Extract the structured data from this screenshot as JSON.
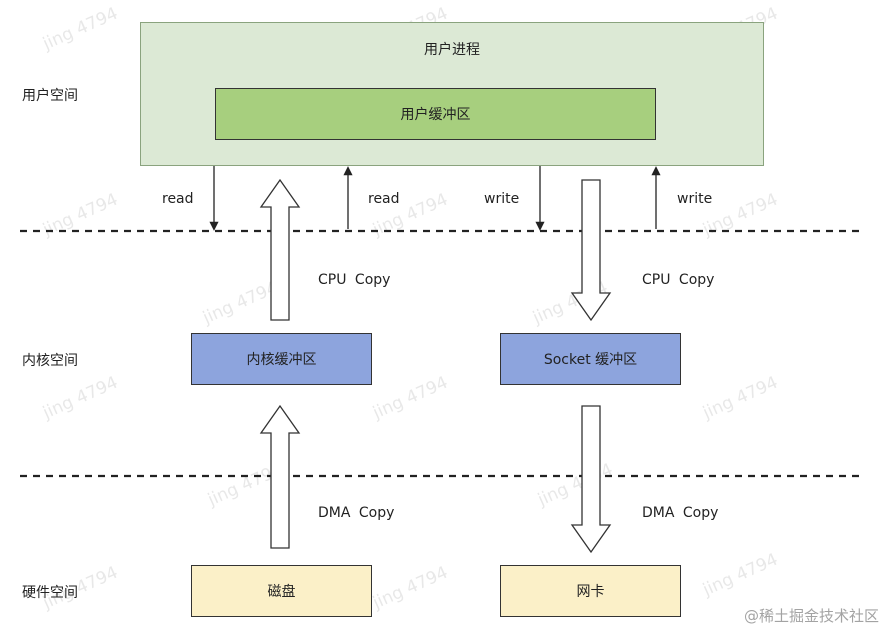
{
  "colors": {
    "process_fill": "#dce9d5",
    "process_border": "#8aa37e",
    "user_buffer_fill": "#a7cf7e",
    "kernel_fill": "#8da4dd",
    "hardware_fill": "#fbf0c8",
    "box_border": "#333333",
    "line": "#222222"
  },
  "regions": {
    "user_space": "用户空间",
    "kernel_space": "内核空间",
    "hardware_space": "硬件空间"
  },
  "boxes": {
    "user_process": "用户进程",
    "user_buffer": "用户缓冲区",
    "kernel_buffer": "内核缓冲区",
    "socket_buffer": "Socket 缓冲区",
    "disk": "磁盘",
    "nic": "网卡"
  },
  "arrows": {
    "read_1": "read",
    "read_2": "read",
    "write_1": "write",
    "write_2": "write",
    "cpu_copy_left": "CPU  Copy",
    "cpu_copy_right": "CPU  Copy",
    "dma_copy_left": "DMA  Copy",
    "dma_copy_right": "DMA  Copy"
  },
  "watermark": "jing 4794",
  "footer": "@稀土掘金技术社区"
}
